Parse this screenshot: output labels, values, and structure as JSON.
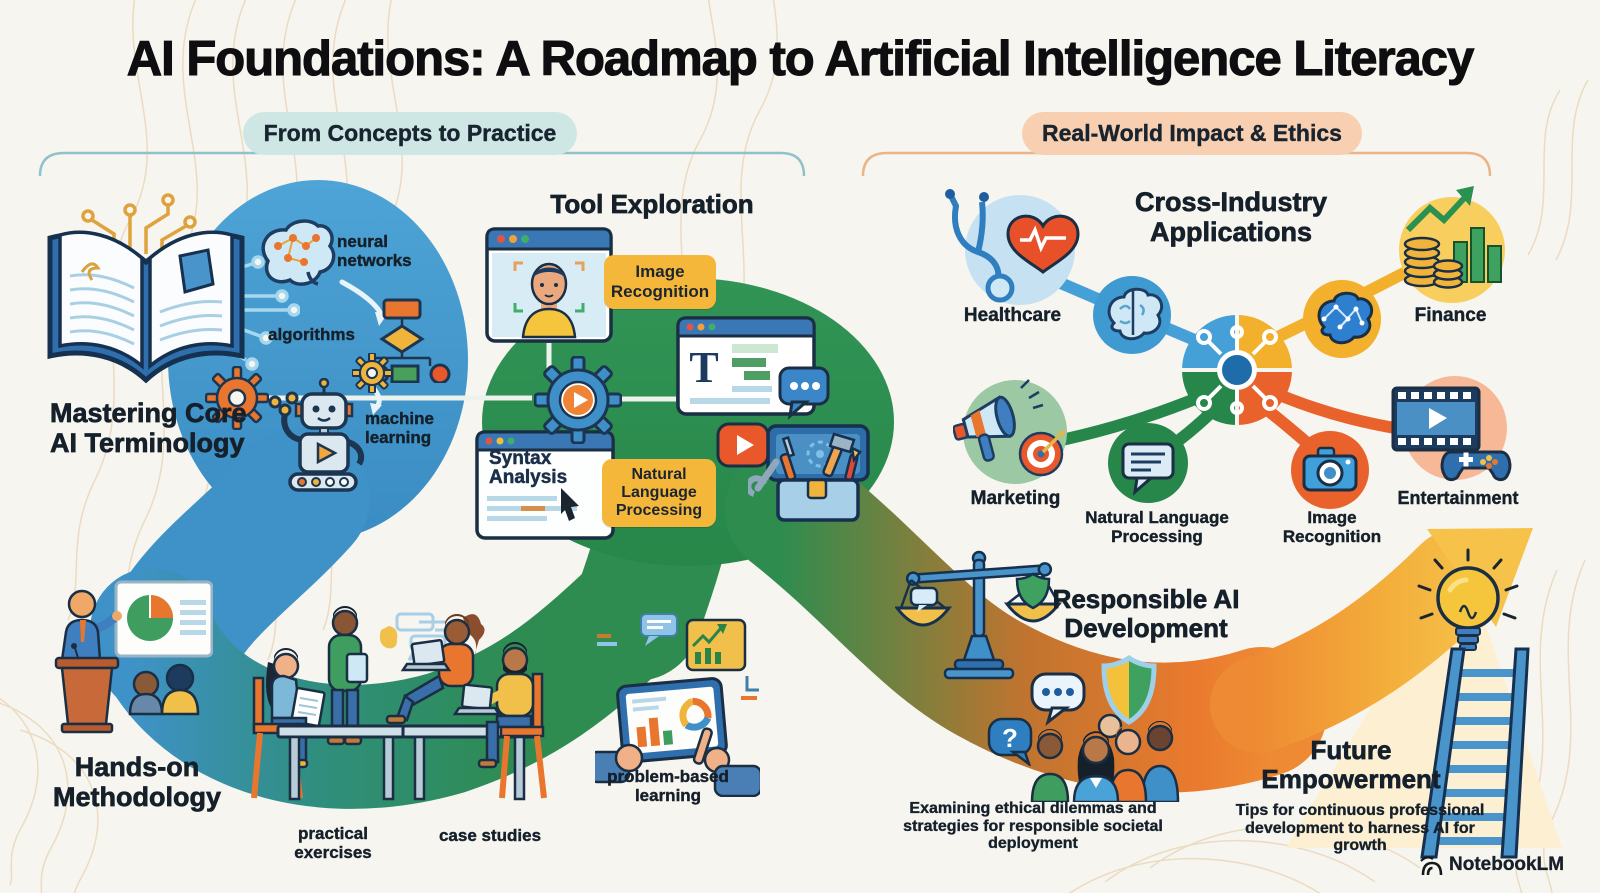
{
  "title": "AI Foundations: A Roadmap to Artificial Intelligence Literacy",
  "badges": {
    "left": "From Concepts to Practice",
    "right": "Real-World Impact & Ethics"
  },
  "terminology": {
    "heading": "Mastering Core AI Terminology",
    "neural_networks": "neural networks",
    "algorithms": "algorithms",
    "machine_learning": "machine learning"
  },
  "tools": {
    "heading": "Tool Exploration",
    "image_recognition_callout": "Image Recognition",
    "nlp_callout": "Natural Language Processing",
    "syntax_window": "Syntax Analysis",
    "editor_letter": "T"
  },
  "methodology": {
    "heading": "Hands-on Methodology",
    "practical": "practical exercises",
    "case_studies": "case studies",
    "problem_based": "problem-based learning"
  },
  "applications": {
    "heading": "Cross-Industry Applications",
    "healthcare": "Healthcare",
    "marketing": "Marketing",
    "nlp": "Natural Language Processing",
    "finance": "Finance",
    "image_recognition": "Image Recognition",
    "entertainment": "Entertainment"
  },
  "responsible": {
    "heading": "Responsible AI Development",
    "caption": "Examining ethical dilemmas and strategies for responsible societal deployment",
    "question_mark": "?"
  },
  "future": {
    "heading": "Future Empowerment",
    "caption": "Tips for continuous professional development to harness AI for growth"
  },
  "watermark": "NotebookLM",
  "colors": {
    "background": "#f7f5ef",
    "road_blue": "#3f92c8",
    "road_green": "#2e8c4f",
    "road_orange": "#ea7a2e",
    "road_yellow": "#f6c24a",
    "badge_left_bg": "#cfe7e4",
    "badge_right_bg": "#f8cfb0",
    "callout_yellow": "#f4b73a",
    "hub_blue": "#45a0d8",
    "hub_yellow": "#f3b02c",
    "hub_green": "#27864a",
    "hub_orange": "#e9622c"
  }
}
